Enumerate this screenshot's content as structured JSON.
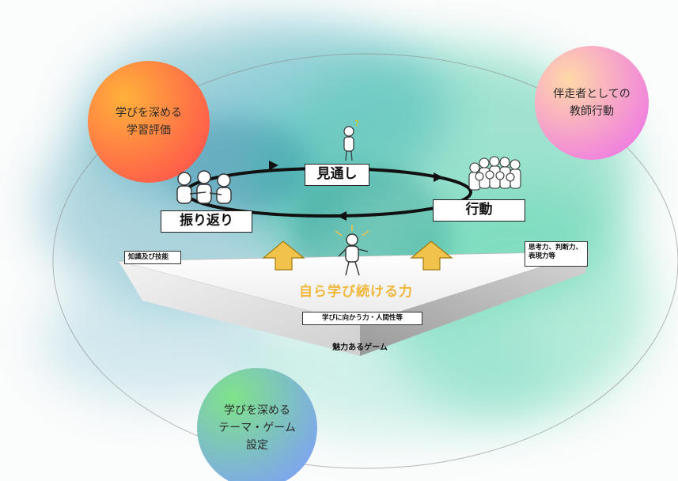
{
  "circles": {
    "top_left": {
      "lines": [
        "学びを深める",
        "学習評価"
      ],
      "color_from": "#ffb13b",
      "color_to": "#ff5a4a"
    },
    "top_right": {
      "lines": [
        "伴走者としての",
        "教師行動"
      ],
      "color_from": "#ffd9a8",
      "color_to": "#f07ee0"
    },
    "bottom": {
      "lines": [
        "学びを深める",
        "テーマ・ゲーム",
        "設定"
      ],
      "color_from": "#7fe38a",
      "color_to": "#7ea4f0"
    }
  },
  "cycle": {
    "top": "見通し",
    "left": "振り返り",
    "right": "行動"
  },
  "pyramid": {
    "center_title": "自ら学び続ける力",
    "left_tag": "知識及び技能",
    "right_tag_lines": [
      "思考力、判断力、",
      "表現力等"
    ],
    "bottom_tag": "学びに向かう力・人間性等",
    "base_text": "魅力あるゲーム",
    "arrow_color": "#f1c34a",
    "title_color": "#f0b73a"
  },
  "icons": [
    "thinking-person-icon",
    "group-of-three-icon",
    "crowd-icon",
    "standing-person-icon",
    "up-arrow-icon"
  ]
}
